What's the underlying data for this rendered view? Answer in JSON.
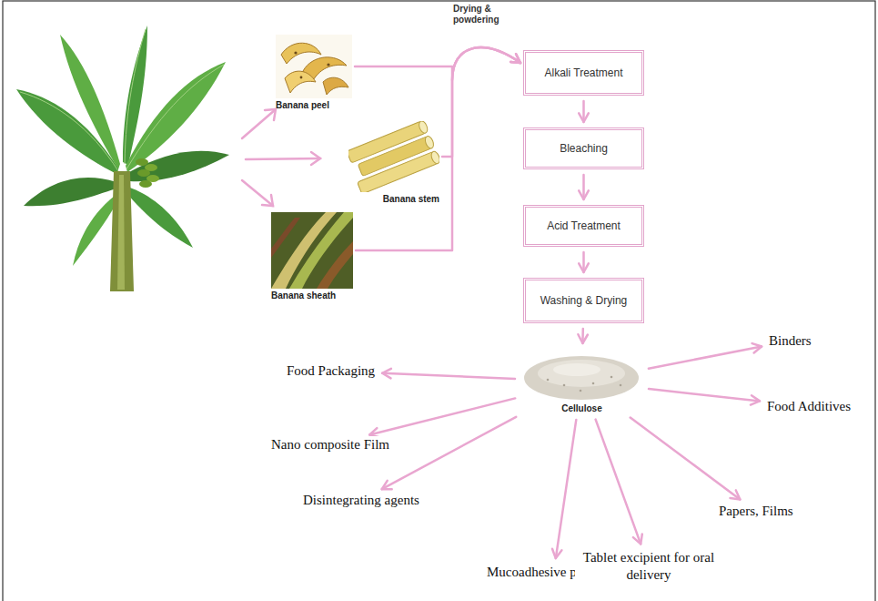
{
  "diagram": {
    "nodes": [
      {
        "text": [
          "Banana peel"
        ]
      },
      {
        "text": [
          "Banana stem"
        ]
      },
      {
        "text": [
          "Banana sheath"
        ]
      },
      {
        "text": [
          "Alkali Treatment"
        ]
      },
      {
        "text": [
          "Bleaching"
        ]
      },
      {
        "text": [
          "Acid Treatment"
        ]
      },
      {
        "text": [
          "Washing & Drying"
        ]
      },
      {
        "text": [
          "Cellulose"
        ]
      },
      {
        "text": [
          "Food Packaging"
        ]
      },
      {
        "text": [
          "Nano composite Film"
        ]
      },
      {
        "text": [
          "Disintegrating agents"
        ]
      },
      {
        "text": [
          "Mucoadhesive polymers"
        ]
      },
      {
        "text": [
          "Tablet excipient for oral delivery"
        ]
      },
      {
        "text": [
          "Papers, Films"
        ]
      },
      {
        "text": [
          "Food Additives"
        ]
      },
      {
        "text": [
          "Binders"
        ]
      }
    ],
    "edges": [
      {
        "from": 0,
        "to": 3,
        "arrow": "to"
      },
      {
        "from": 1,
        "to": 3,
        "arrow": "to"
      },
      {
        "from": 2,
        "to": 3,
        "arrow": "to"
      },
      {
        "from": 3,
        "to": 4,
        "arrow": "to"
      },
      {
        "from": 4,
        "to": 5,
        "arrow": "to"
      },
      {
        "from": 5,
        "to": 6,
        "arrow": "to"
      },
      {
        "from": 6,
        "to": 7,
        "arrow": "to"
      },
      {
        "from": 7,
        "to": 8,
        "arrow": "to"
      },
      {
        "from": 7,
        "to": 9,
        "arrow": "to"
      },
      {
        "from": 7,
        "to": 10,
        "arrow": "to"
      },
      {
        "from": 7,
        "to": 11,
        "arrow": "to"
      },
      {
        "from": 7,
        "to": 12,
        "arrow": "to"
      },
      {
        "from": 7,
        "to": 13,
        "arrow": "to"
      },
      {
        "from": 7,
        "to": 14,
        "arrow": "to"
      },
      {
        "from": 7,
        "to": 15,
        "arrow": "to"
      }
    ],
    "labels": [
      "Drying & powdering"
    ]
  }
}
